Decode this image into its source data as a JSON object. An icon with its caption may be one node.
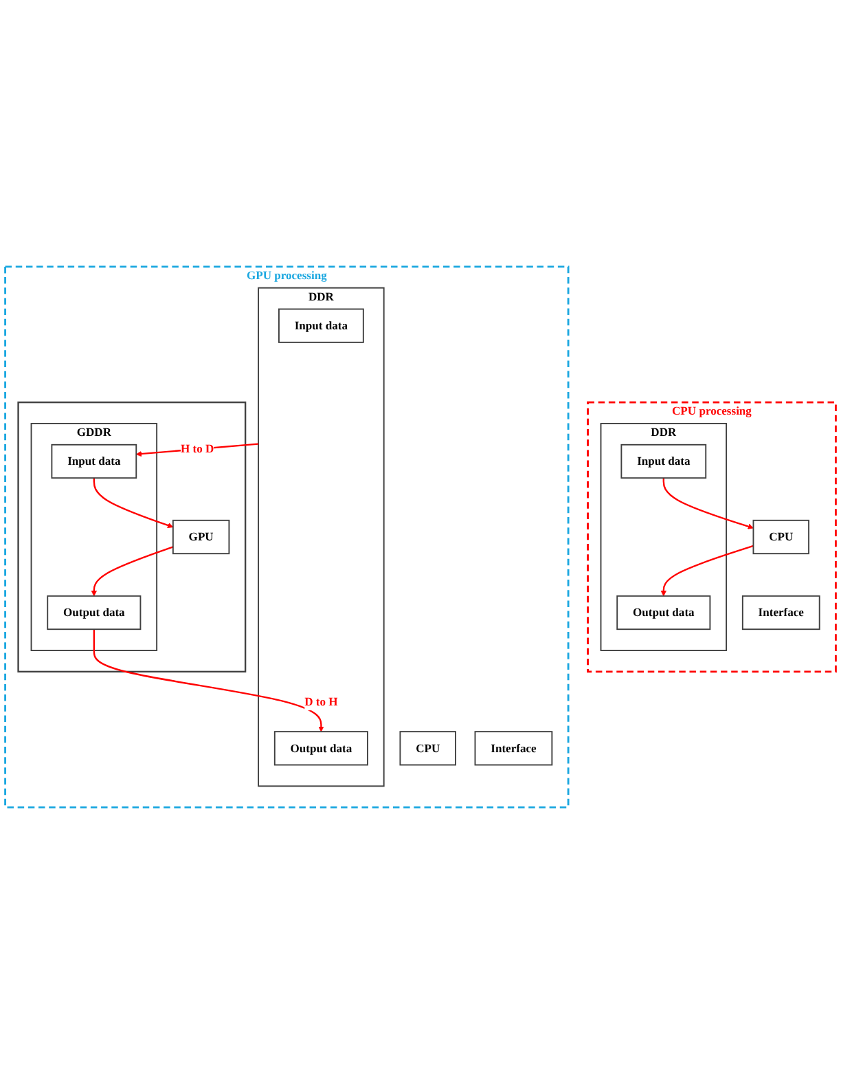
{
  "diagram": {
    "nodes": [
      {
        "text": [
          "CPU processing"
        ]
      },
      {
        "text": [
          "CPU"
        ],
        "in": 0
      },
      {
        "text": [
          "Interface"
        ],
        "in": 0
      },
      {
        "text": [
          "DDR"
        ],
        "in": 0
      },
      {
        "text": [
          "Input data"
        ],
        "in": 3
      },
      {
        "text": [
          "Output data"
        ],
        "in": 3
      },
      {
        "text": [
          "GPU processing"
        ]
      },
      {
        "text": [
          "CPU"
        ],
        "in": 6
      },
      {
        "text": [
          "Interface"
        ],
        "in": 6
      },
      {
        "text": [
          "DDR"
        ],
        "in": 6
      },
      {
        "text": [
          "Input data"
        ],
        "in": 9
      },
      {
        "text": [
          "Output data"
        ],
        "in": 9
      },
      {
        "text": [],
        "shape": "box",
        "in": 6
      },
      {
        "text": [
          "GPU"
        ],
        "in": 12
      },
      {
        "text": [
          "GDDR"
        ],
        "in": 12
      },
      {
        "text": [
          "Input data"
        ],
        "in": 14
      },
      {
        "text": [
          "Output data"
        ],
        "in": 14
      }
    ],
    "edges": [
      {
        "from": 4,
        "to": 1,
        "arrow": "to"
      },
      {
        "from": 1,
        "to": 5,
        "arrow": "to"
      },
      {
        "from": 9,
        "to": 15,
        "arrow": "to",
        "label": "H to D"
      },
      {
        "from": 16,
        "to": 11,
        "arrow": "to",
        "label": "D to H"
      },
      {
        "from": 15,
        "to": 13,
        "arrow": "to"
      },
      {
        "from": 13,
        "to": 16,
        "arrow": "to"
      }
    ]
  }
}
